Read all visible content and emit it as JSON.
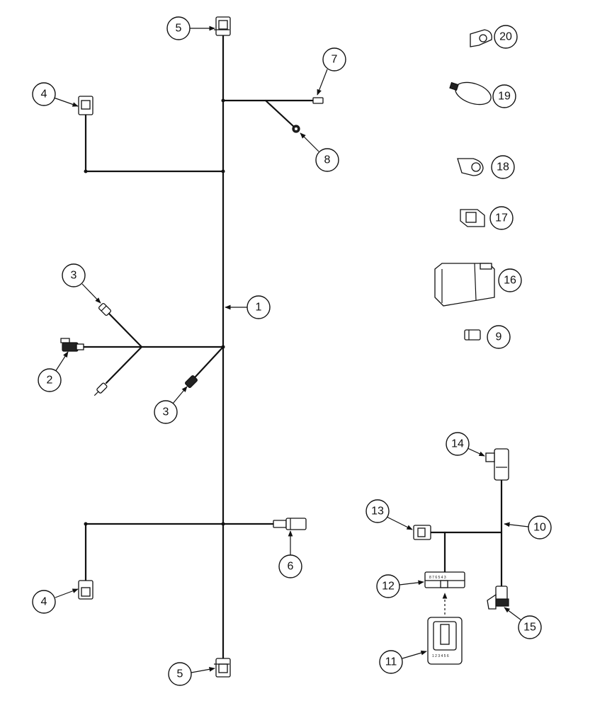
{
  "callouts": {
    "c1": "1",
    "c2": "2",
    "c3a": "3",
    "c3b": "3",
    "c4a": "4",
    "c4b": "4",
    "c5a": "5",
    "c5b": "5",
    "c6": "6",
    "c7": "7",
    "c8": "8",
    "c9": "9",
    "c10": "10",
    "c11": "11",
    "c12": "12",
    "c13": "13",
    "c14": "14",
    "c15": "15",
    "c16": "16",
    "c17": "17",
    "c18": "18",
    "c19": "19",
    "c20": "20"
  },
  "colors": {
    "line": "#111111",
    "background": "#ffffff"
  }
}
